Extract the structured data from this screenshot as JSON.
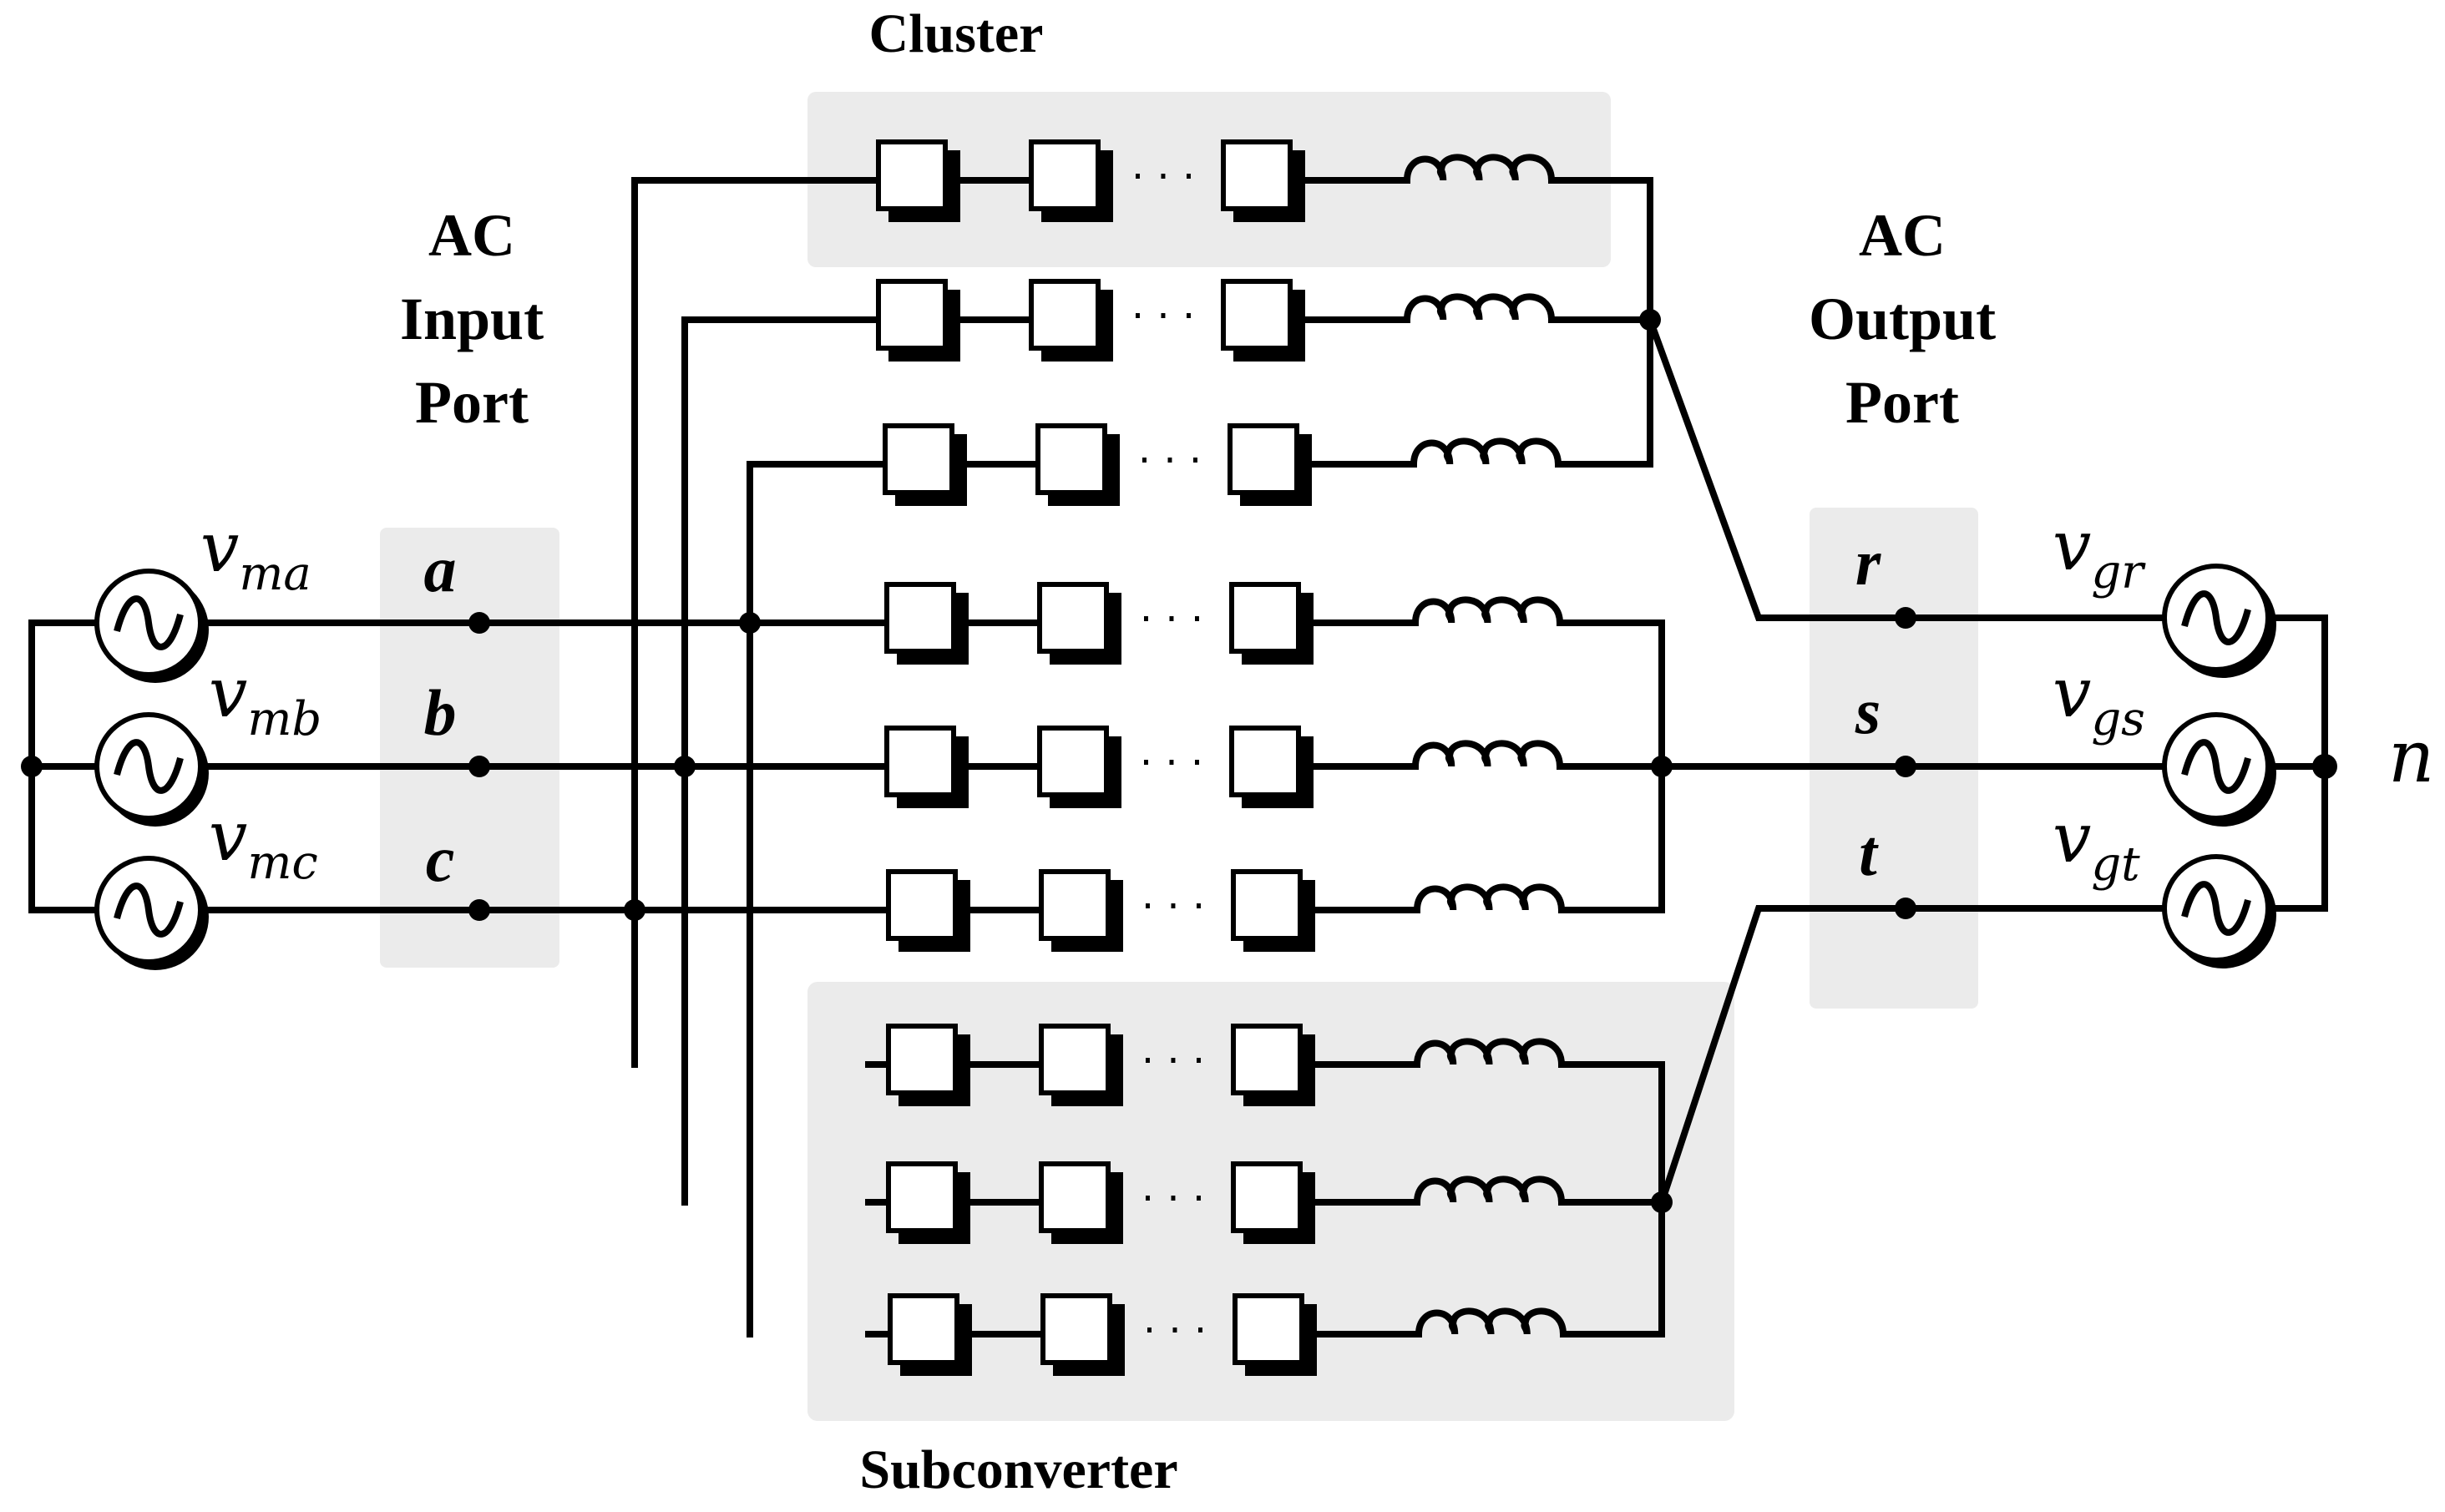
{
  "labels": {
    "cluster": "Cluster",
    "subconverter": "Subconverter",
    "ac_input_port": [
      "AC",
      "Input",
      "Port"
    ],
    "ac_output_port": [
      "AC",
      "Output",
      "Port"
    ],
    "neutral": "n"
  },
  "input_phases": [
    {
      "port": "a",
      "source_base": "v",
      "source_sub": "ma"
    },
    {
      "port": "b",
      "source_base": "v",
      "source_sub": "mb"
    },
    {
      "port": "c",
      "source_base": "v",
      "source_sub": "mc"
    }
  ],
  "output_phases": [
    {
      "port": "r",
      "source_base": "v",
      "source_sub": "gr"
    },
    {
      "port": "s",
      "source_base": "v",
      "source_sub": "gs"
    },
    {
      "port": "t",
      "source_base": "v",
      "source_sub": "gt"
    }
  ],
  "module_chain_ellipsis": "· · ·",
  "icons": {
    "ac_source": "ac-source-icon",
    "inductor": "inductor-icon",
    "module": "module-icon"
  }
}
